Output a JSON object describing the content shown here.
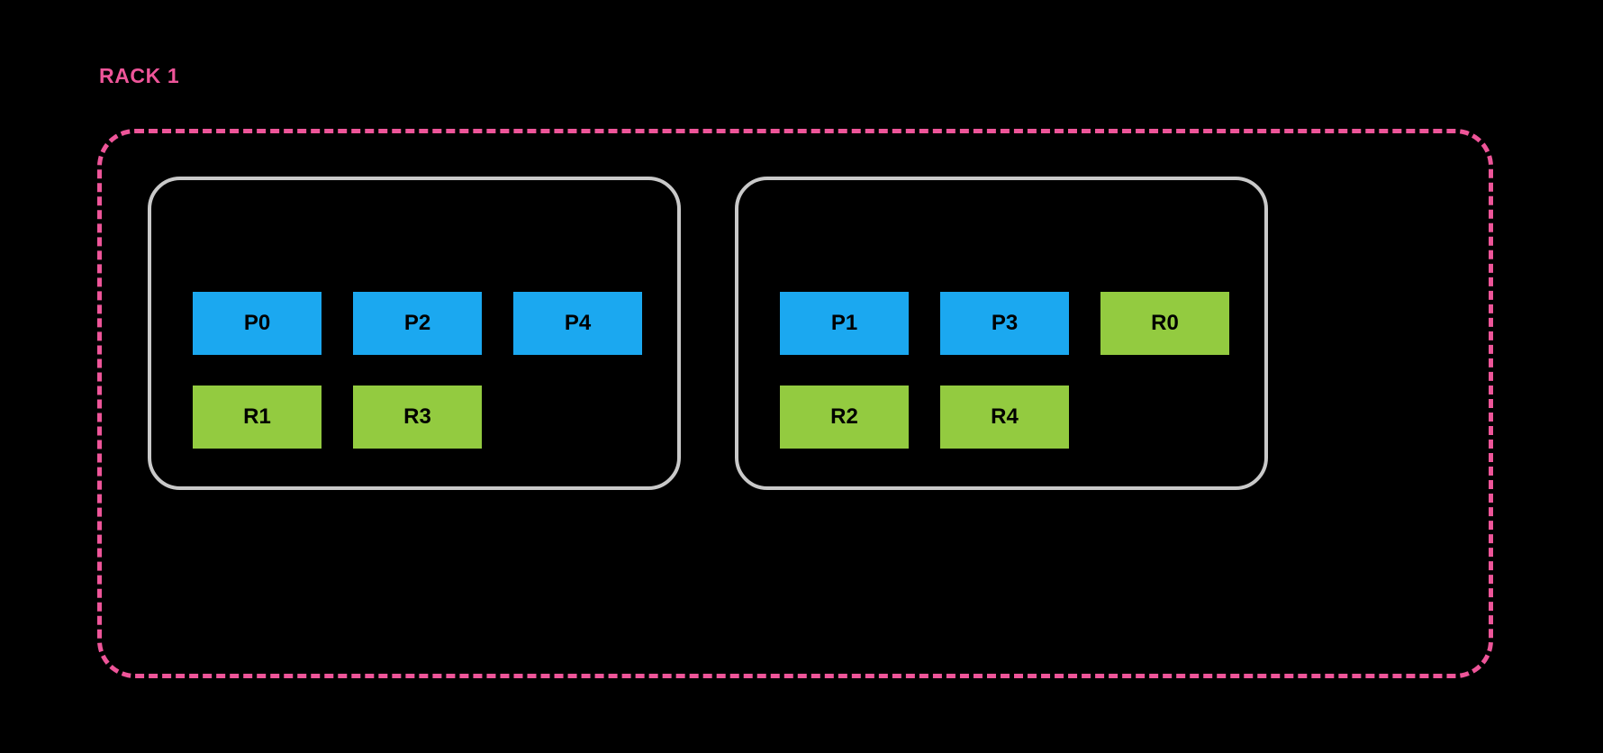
{
  "diagram": {
    "type": "cluster-topology",
    "background_color": "#000000",
    "rack": {
      "label": "RACK 1",
      "label_color": "#ee5599",
      "boundary_style": "dashed",
      "boundary_color": "#ee5599"
    },
    "legend_colors": {
      "primary": "#1ba8f0",
      "replica": "#93cb40",
      "node_border": "#c9c9c9",
      "shard_text": "#000000"
    },
    "nodes": [
      {
        "id": "node-0",
        "rows": [
          [
            {
              "label": "P0",
              "kind": "primary"
            },
            {
              "label": "P2",
              "kind": "primary"
            },
            {
              "label": "P4",
              "kind": "primary"
            }
          ],
          [
            {
              "label": "R1",
              "kind": "replica"
            },
            {
              "label": "R3",
              "kind": "replica"
            }
          ]
        ]
      },
      {
        "id": "node-1",
        "rows": [
          [
            {
              "label": "P1",
              "kind": "primary"
            },
            {
              "label": "P3",
              "kind": "primary"
            },
            {
              "label": "R0",
              "kind": "replica"
            }
          ],
          [
            {
              "label": "R2",
              "kind": "replica"
            },
            {
              "label": "R4",
              "kind": "replica"
            }
          ]
        ]
      }
    ]
  }
}
